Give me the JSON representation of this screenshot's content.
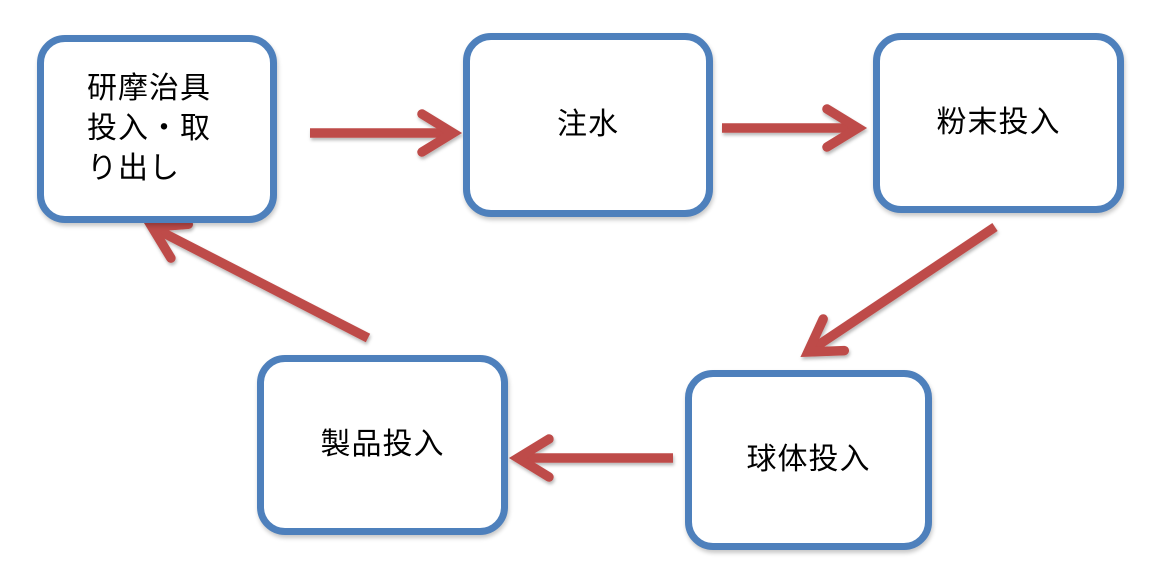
{
  "diagram": {
    "type": "cyclic-process-flow",
    "background_color": "#ffffff",
    "node_border_color": "#4E80BC",
    "node_fill_color": "#ffffff",
    "arrow_color": "#BE4B48",
    "text_color": "#000000",
    "nodes": [
      {
        "id": "grinding-jig",
        "label": "研摩治具投入・取り出し"
      },
      {
        "id": "water-filling",
        "label": "注水"
      },
      {
        "id": "powder-input",
        "label": "粉末投入"
      },
      {
        "id": "sphere-input",
        "label": "球体投入"
      },
      {
        "id": "product-input",
        "label": "製品投入"
      }
    ],
    "edges": [
      {
        "from": "grinding-jig",
        "to": "water-filling"
      },
      {
        "from": "water-filling",
        "to": "powder-input"
      },
      {
        "from": "powder-input",
        "to": "sphere-input"
      },
      {
        "from": "sphere-input",
        "to": "product-input"
      },
      {
        "from": "product-input",
        "to": "grinding-jig"
      }
    ]
  }
}
